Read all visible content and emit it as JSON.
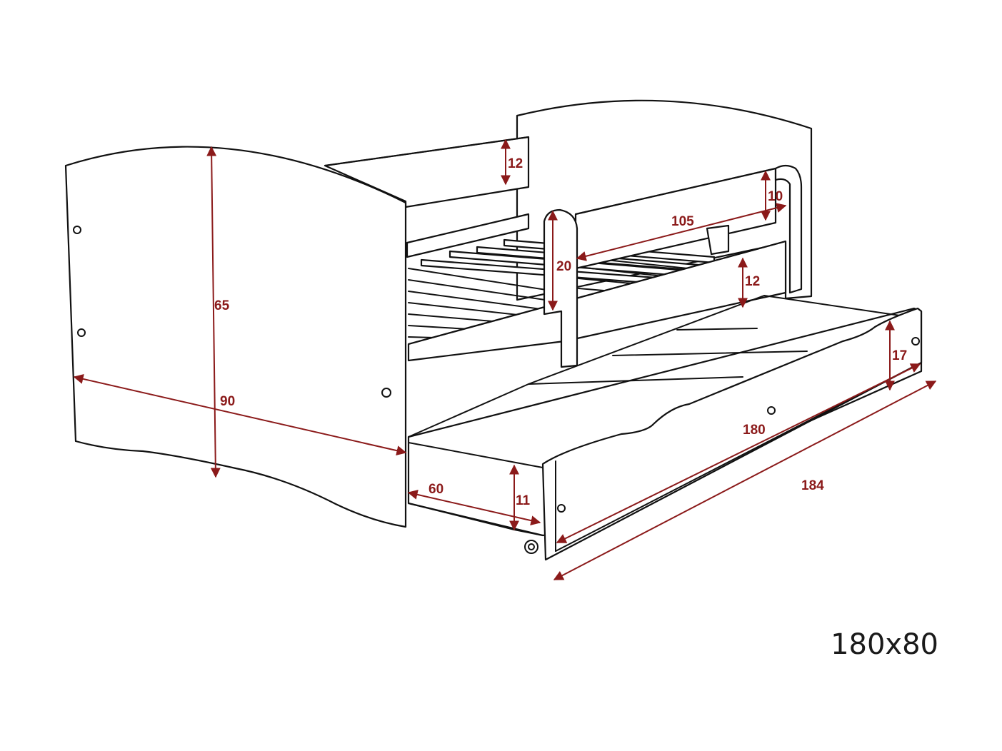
{
  "diagram": {
    "size_label": "180x80",
    "dimension_color": "#8b1a1a",
    "dimensions": {
      "headboard_height": "65",
      "bed_width": "90",
      "back_rail_height": "12",
      "front_rail_height": "10",
      "barrier_length": "105",
      "barrier_height": "20",
      "side_rail_height": "12",
      "drawer_front_height": "17",
      "drawer_length": "180",
      "total_length": "184",
      "drawer_depth": "60",
      "drawer_side_height": "11"
    }
  }
}
